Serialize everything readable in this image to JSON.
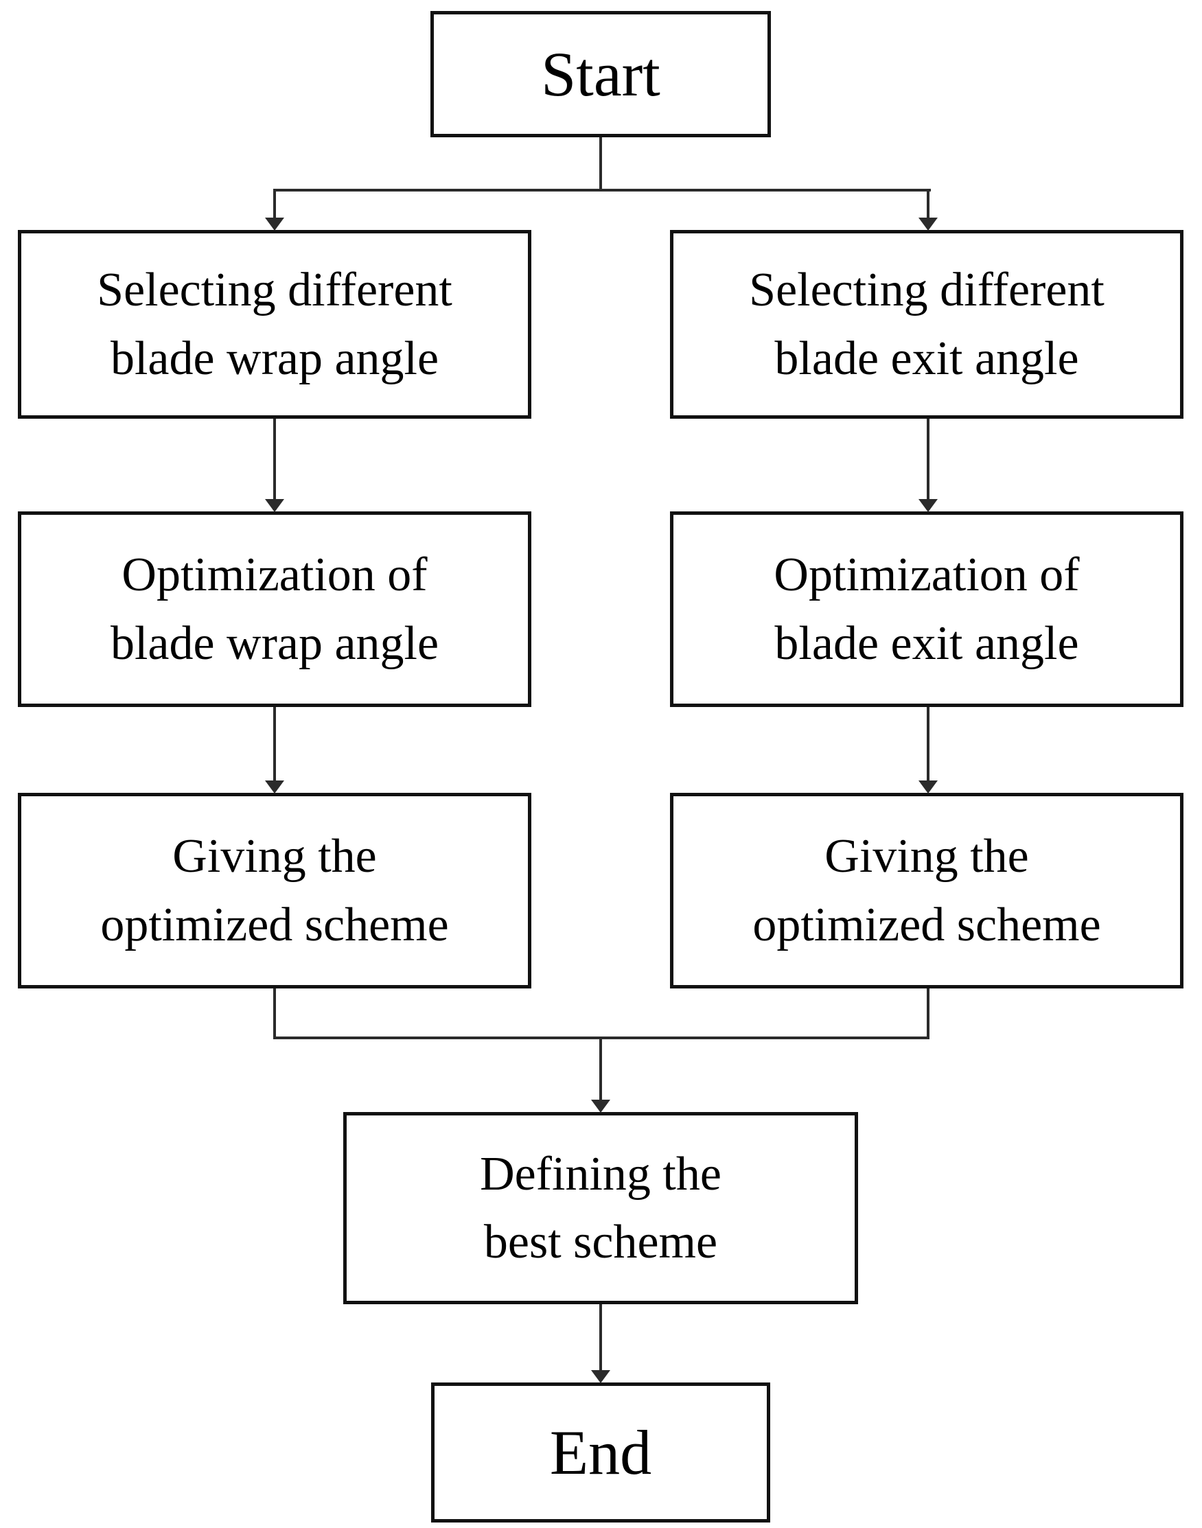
{
  "colors": {
    "box_border": "#111111",
    "connector": "#2b2b2b",
    "text": "#000000",
    "background": "#ffffff"
  },
  "nodes": {
    "start": {
      "label": "Start"
    },
    "select_wrap": {
      "lines": [
        "Selecting different",
        "blade wrap angle"
      ]
    },
    "select_exit": {
      "lines": [
        "Selecting different",
        "blade exit angle"
      ]
    },
    "optimize_wrap": {
      "lines": [
        "Optimization of",
        "blade wrap angle"
      ]
    },
    "optimize_exit": {
      "lines": [
        "Optimization of",
        "blade exit angle"
      ]
    },
    "giving_left": {
      "lines": [
        "Giving the",
        "optimized scheme"
      ]
    },
    "giving_right": {
      "lines": [
        "Giving the",
        "optimized scheme"
      ]
    },
    "defining": {
      "lines": [
        "Defining the",
        "best scheme"
      ]
    },
    "end": {
      "label": "End"
    }
  }
}
